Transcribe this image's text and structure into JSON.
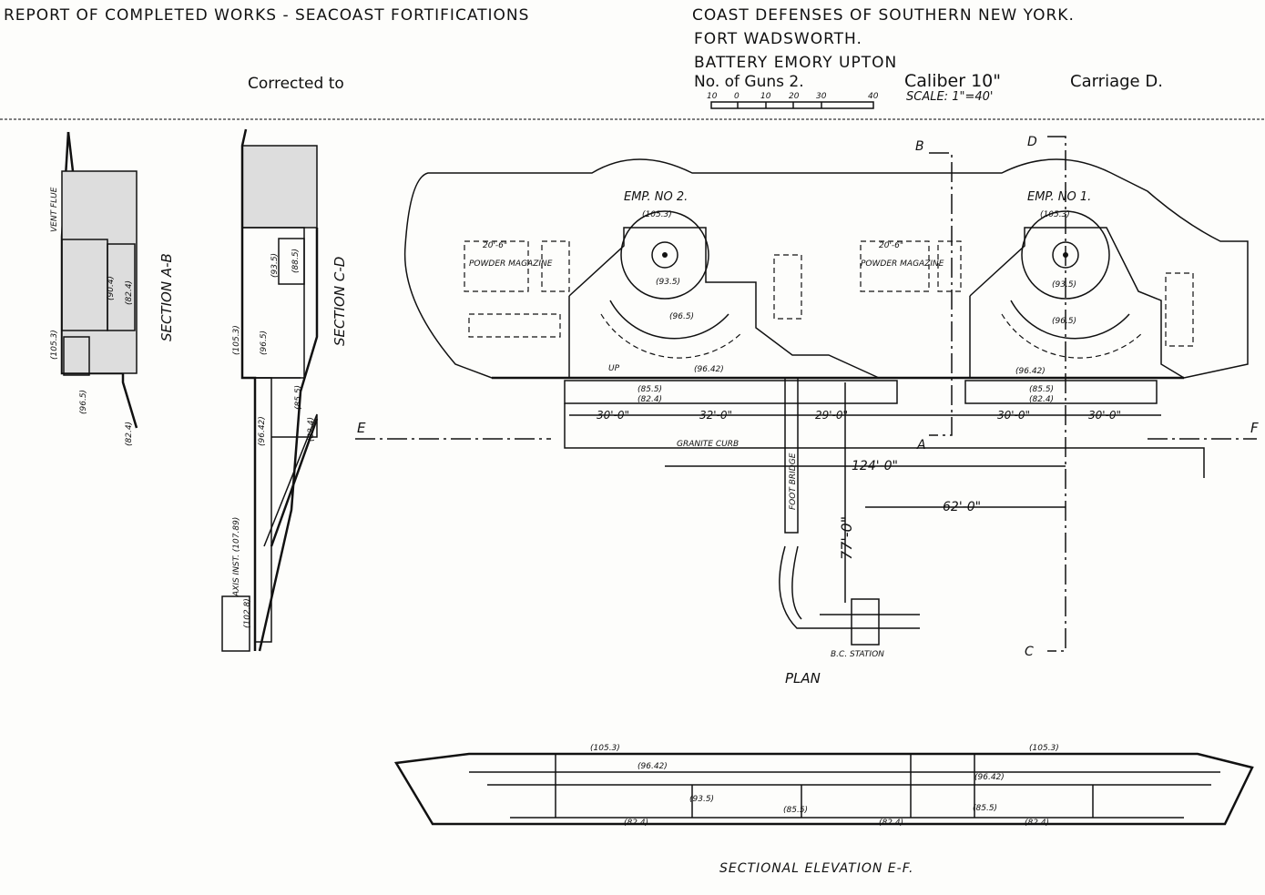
{
  "header": {
    "report_title": "REPORT OF COMPLETED WORKS - SEACOAST FORTIFICATIONS",
    "corrected_to": "Corrected to",
    "district": "COAST DEFENSES OF SOUTHERN NEW YORK.",
    "fort": "FORT WADSWORTH.",
    "battery": "BATTERY EMORY UPTON",
    "guns": "No. of Guns 2.",
    "caliber": "Caliber 10\"",
    "carriage": "Carriage D.",
    "scale": "SCALE: 1\"=40'",
    "scale_ticks": [
      "10",
      "0",
      "10",
      "20",
      "30",
      "40"
    ]
  },
  "section_ab": {
    "title": "SECTION A-B",
    "vent": "VENT FLUE",
    "elevations": [
      "(90.4)",
      "(82.4)",
      "(105.3)",
      "(96.5)",
      "(82.4)"
    ]
  },
  "section_cd": {
    "title": "SECTION C-D",
    "elevations": [
      "(93.5)",
      "(88.5)",
      "(105.3)",
      "(96.5)",
      "(85.5)",
      "(96.42)",
      "(82.4)",
      "(102.8)"
    ],
    "axis": "AXIS INST. (107.89)"
  },
  "plan": {
    "title": "PLAN",
    "emp2": "EMP. NO 2.",
    "emp1": "EMP. NO 1.",
    "powder1": "POWDER MAGAZINE",
    "powder2": "POWDER MAGAZINE",
    "mag_dim1": "20'-6\"",
    "mag_dim2": "20'-6\"",
    "elev_emp2": [
      "(105.3)",
      "(93.5)",
      "(96.5)",
      "(96.42)",
      "(85.5)",
      "(82.4)"
    ],
    "elev_emp1": [
      "(105.3)",
      "(93.5)",
      "(96.5)",
      "(96.42)",
      "(85.5)",
      "(82.4)"
    ],
    "up": "UP",
    "dims": [
      "30'-0\"",
      "32'-0\"",
      "29'-0\"",
      "30'-0\"",
      "30'-0\"",
      "124'-0\"",
      "62'-0\"",
      "77'-0\""
    ],
    "granite": "GRANITE CURB",
    "footbridge": "FOOT BRIDGE",
    "bc_station": "B.C. STATION",
    "markers": [
      "A",
      "B",
      "C",
      "D",
      "E",
      "F"
    ]
  },
  "elevation": {
    "title": "SECTIONAL ELEVATION E-F.",
    "labels": [
      "(105.3)",
      "(96.42)",
      "(93.5)",
      "(85.5)",
      "(82.4)",
      "(105.3)",
      "(96.42)",
      "(85.5)",
      "(82.4)",
      "(82.4)"
    ]
  }
}
